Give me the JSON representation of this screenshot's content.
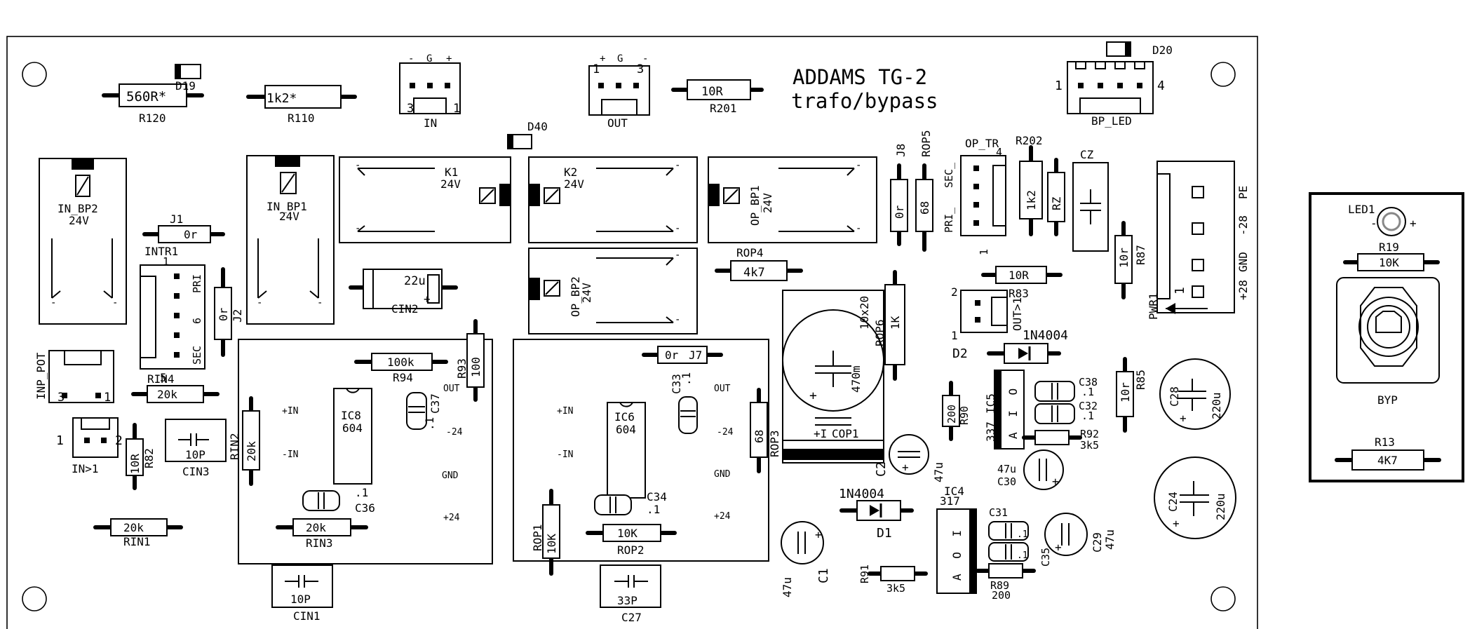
{
  "title": {
    "line1": "ADDAMS TG-2",
    "line2": "trafo/bypass"
  },
  "connectors": {
    "in": {
      "name": "IN",
      "pins": [
        "-",
        "G",
        "+"
      ],
      "nums": [
        "3",
        "1"
      ]
    },
    "out": {
      "name": "OUT",
      "pins": [
        "1",
        "+",
        "G",
        "3",
        "-"
      ]
    },
    "bp_led": {
      "name": "BP_LED",
      "nums": [
        "1",
        "4"
      ]
    },
    "intr1": {
      "name": "INTR1",
      "pins": [
        "1",
        "PRI",
        "6",
        "SEC",
        "5"
      ]
    },
    "inp_pot": {
      "name": "INP_POT",
      "nums": [
        "3",
        "1"
      ]
    },
    "in1": {
      "name": "IN>1",
      "nums": [
        "1",
        "2"
      ]
    },
    "op_tr": {
      "name": "OP_TR",
      "pins": [
        "4",
        "SEC_",
        "PRI_",
        "1"
      ]
    },
    "out1": {
      "name": "OUT>1",
      "nums": [
        "2",
        "1"
      ]
    },
    "pwr1": {
      "name": "PWR1",
      "pins": [
        "PE",
        "-28",
        "GND",
        "+28"
      ],
      "num": "1"
    }
  },
  "relays": {
    "in_bp2": {
      "name": "IN_BP2",
      "v": "24V"
    },
    "in_bp1": {
      "name": "IN_BP1",
      "v": "24V"
    },
    "k1": {
      "name": "K1",
      "v": "24V"
    },
    "k2": {
      "name": "K2",
      "v": "24V"
    },
    "op_bp1": {
      "name": "OP_BP1",
      "v": "24V"
    },
    "op_bp2": {
      "name": "OP_BP2",
      "v": "24V"
    }
  },
  "resistors": [
    {
      "ref": "R120",
      "value": "560R*"
    },
    {
      "ref": "R110",
      "value": "1k2*"
    },
    {
      "ref": "R201",
      "value": "10R"
    },
    {
      "ref": "J1",
      "value": "0r"
    },
    {
      "ref": "J2",
      "value": "0r"
    },
    {
      "ref": "ROP4",
      "value": "4k7"
    },
    {
      "ref": "J8",
      "value": "0r"
    },
    {
      "ref": "ROP5",
      "value": "68"
    },
    {
      "ref": "R202",
      "value": "1k2"
    },
    {
      "ref": "RZ",
      "value": ""
    },
    {
      "ref": "R83",
      "value": "10R"
    },
    {
      "ref": "R87",
      "value": "10r"
    },
    {
      "ref": "R94",
      "value": "100k"
    },
    {
      "ref": "R93",
      "value": "100"
    },
    {
      "ref": "RIN4",
      "value": "20k"
    },
    {
      "ref": "R82",
      "value": "10R"
    },
    {
      "ref": "RIN2",
      "value": "20k"
    },
    {
      "ref": "RIN1",
      "value": "20k"
    },
    {
      "ref": "RIN3",
      "value": "20k"
    },
    {
      "ref": "J7",
      "value": "0r"
    },
    {
      "ref": "ROP3",
      "value": "68"
    },
    {
      "ref": "ROP1",
      "value": "10K"
    },
    {
      "ref": "ROP2",
      "value": "10K"
    },
    {
      "ref": "ROP6",
      "value": "1K"
    },
    {
      "ref": "R90",
      "value": "200"
    },
    {
      "ref": "R92",
      "value": "3k5"
    },
    {
      "ref": "R85",
      "value": "10r"
    },
    {
      "ref": "R91",
      "value": "3k5"
    },
    {
      "ref": "R89",
      "value": "200"
    },
    {
      "ref": "R19",
      "value": "10K"
    },
    {
      "ref": "R13",
      "value": "4K7"
    }
  ],
  "caps": {
    "cin2": {
      "ref": "CIN2",
      "value": "22u"
    },
    "cop1": {
      "ref": "COP1",
      "value": "470m",
      "size": "10x20"
    },
    "cz": {
      "ref": "CZ"
    },
    "c37": {
      "ref": "C37",
      "value": ".1"
    },
    "c36": {
      "ref": "C36",
      "value": ".1"
    },
    "c33": {
      "ref": "C33",
      "value": ".1"
    },
    "c34": {
      "ref": "C34",
      "value": ".1"
    },
    "cin3": {
      "ref": "CIN3",
      "value": "10P"
    },
    "cin1": {
      "ref": "CIN1",
      "value": "10P"
    },
    "c27": {
      "ref": "C27",
      "value": "33P"
    },
    "c38": {
      "ref": "C38",
      "value": ".1"
    },
    "c32": {
      "ref": "C32",
      "value": ".1"
    },
    "c30": {
      "ref": "C30",
      "value": "47u"
    },
    "c2": {
      "ref": "C2",
      "value": "47u"
    },
    "c1": {
      "ref": "C1",
      "value": "47u"
    },
    "c28": {
      "ref": "C28",
      "value": "220u"
    },
    "c24": {
      "ref": "C24",
      "value": "220u"
    },
    "c29": {
      "ref": "C29",
      "value": "47u"
    },
    "c31": {
      "ref": "C31",
      "value": ".1"
    },
    "c35": {
      "ref": "C35",
      "value": ".1"
    }
  },
  "ics": {
    "ic8": {
      "ref": "IC8",
      "value": "604"
    },
    "ic6": {
      "ref": "IC6",
      "value": "604"
    },
    "ic5": {
      "ref": "IC5",
      "value": "337",
      "pins": "A I O"
    },
    "ic4": {
      "ref": "IC4",
      "value": "317",
      "pins": "A O I"
    }
  },
  "diodes": {
    "d19": "D19",
    "d20": "D20",
    "d40": "D40",
    "d2": {
      "ref": "D2",
      "value": "1N4004"
    },
    "d1": {
      "ref": "D1",
      "value": "1N4004"
    }
  },
  "opamp_pins": {
    "in_plus": "+IN",
    "in_minus": "-IN",
    "out": "OUT",
    "m24": "-24",
    "gnd": "GND",
    "p24": "+24"
  },
  "bypass_panel": {
    "led": "LED1",
    "switch": "BYP"
  }
}
